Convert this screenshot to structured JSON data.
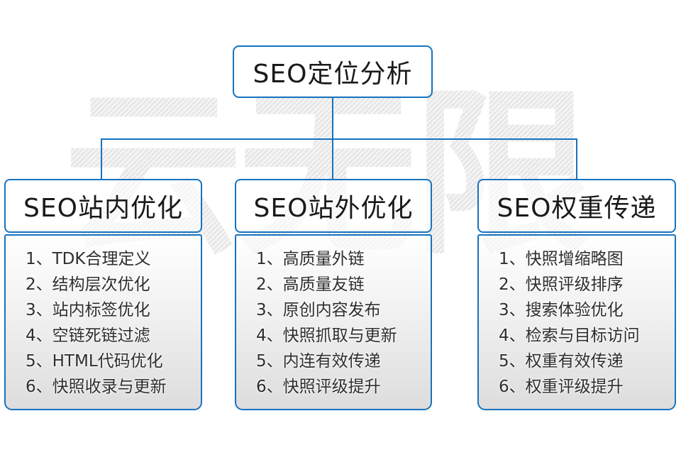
{
  "watermark": {
    "text": "云无限"
  },
  "root": {
    "title": "SEO定位分析"
  },
  "columns": [
    {
      "title": "SEO站内优化",
      "items": [
        "1、TDK合理定义",
        "2、结构层次优化",
        "3、站内标签优化",
        "4、空链死链过滤",
        "5、HTML代码优化",
        "6、快照收录与更新"
      ]
    },
    {
      "title": "SEO站外优化",
      "items": [
        "1、高质量外链",
        "2、高质量友链",
        "3、原创内容发布",
        "4、快照抓取与更新",
        "5、内连有效传递",
        "6、快照评级提升"
      ]
    },
    {
      "title": "SEO权重传递",
      "items": [
        "1、快照增缩略图",
        "2、快照评级排序",
        "3、搜索体验优化",
        "4、检索与目标访问",
        "5、权重有效传递",
        "6、权重评级提升"
      ]
    }
  ],
  "colors": {
    "accent_blue": "#1673c0",
    "title_text": "#1a1a1a",
    "list_text": "#2e2e2e",
    "watermark_gray": "#e9e9e9",
    "list_gradient_bottom": "#dcdcdc"
  }
}
